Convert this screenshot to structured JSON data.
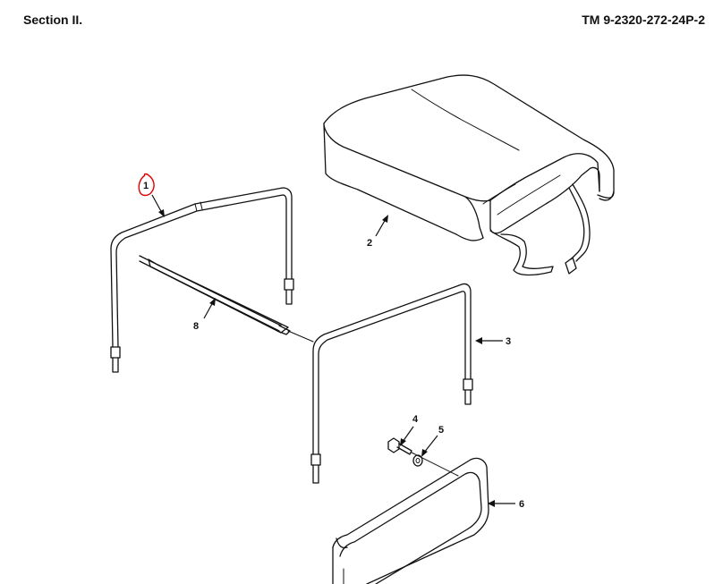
{
  "header": {
    "section": "Section II.",
    "manual": "TM 9-2320-272-24P-2"
  },
  "callouts": {
    "item1": "1",
    "item2": "2",
    "item3": "3",
    "item4": "4",
    "item5": "5",
    "item6": "6",
    "item8": "8"
  },
  "colors": {
    "line": "#111111",
    "annotation": "#e00000",
    "background": "#ffffff"
  }
}
